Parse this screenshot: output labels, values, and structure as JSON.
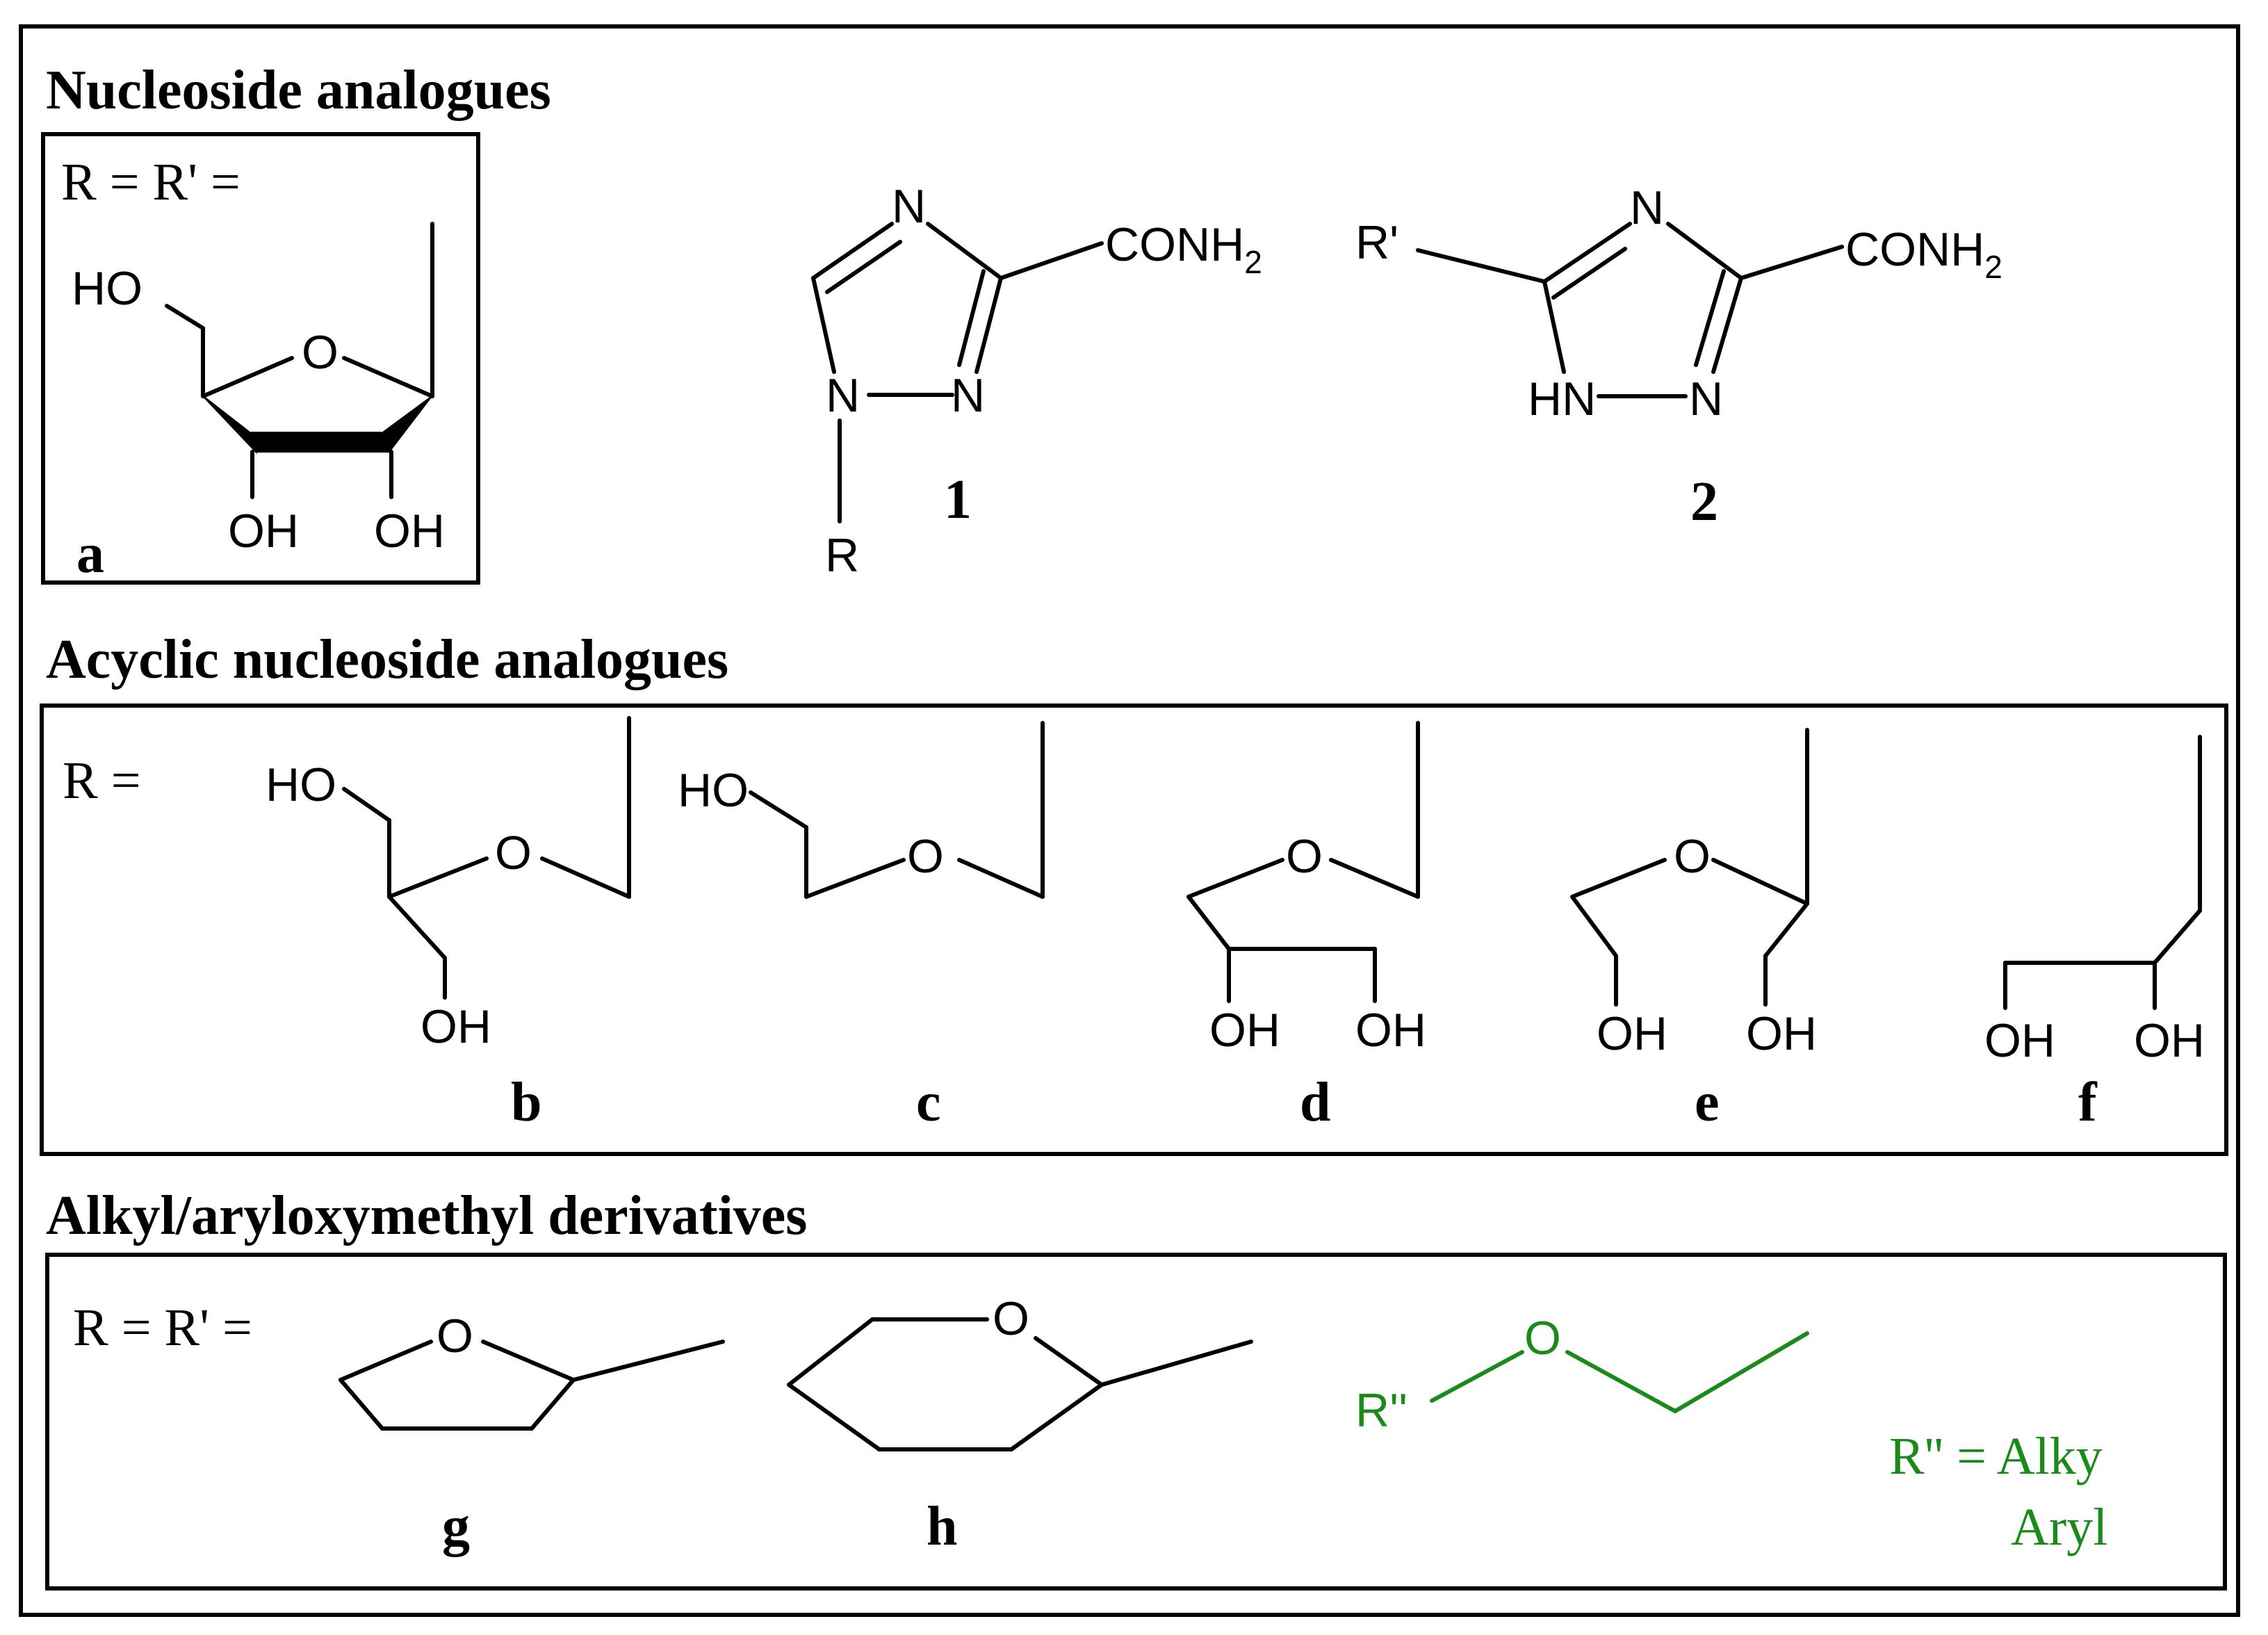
{
  "sections": {
    "nucleoside": {
      "heading": "Nucleoside analogues",
      "r_label": "R = R' ="
    },
    "acyclic": {
      "heading": "Acyclic nucleoside analogues",
      "r_label": "R ="
    },
    "alkyl": {
      "heading": "Alkyl/aryloxymethyl derivatives",
      "r_label": "R = R' =",
      "rpp_line1": "R'' = Alky",
      "rpp_line2": "Aryl"
    }
  },
  "compounds": {
    "c1": {
      "number": "1"
    },
    "c2": {
      "number": "2"
    }
  },
  "letters": {
    "a": "a",
    "b": "b",
    "c": "c",
    "d": "d",
    "e": "e",
    "f": "f",
    "g": "g",
    "h": "h"
  },
  "atoms": {
    "N": "N",
    "HN": "HN",
    "O": "O",
    "OH": "OH",
    "HO": "HO",
    "R": "R",
    "R_prime": "R'",
    "R_dprime": "R''",
    "CONH": "CONH",
    "sub2": "2"
  },
  "colors": {
    "ink": "#000000",
    "green": "#1a8a1a",
    "background": "#ffffff"
  }
}
